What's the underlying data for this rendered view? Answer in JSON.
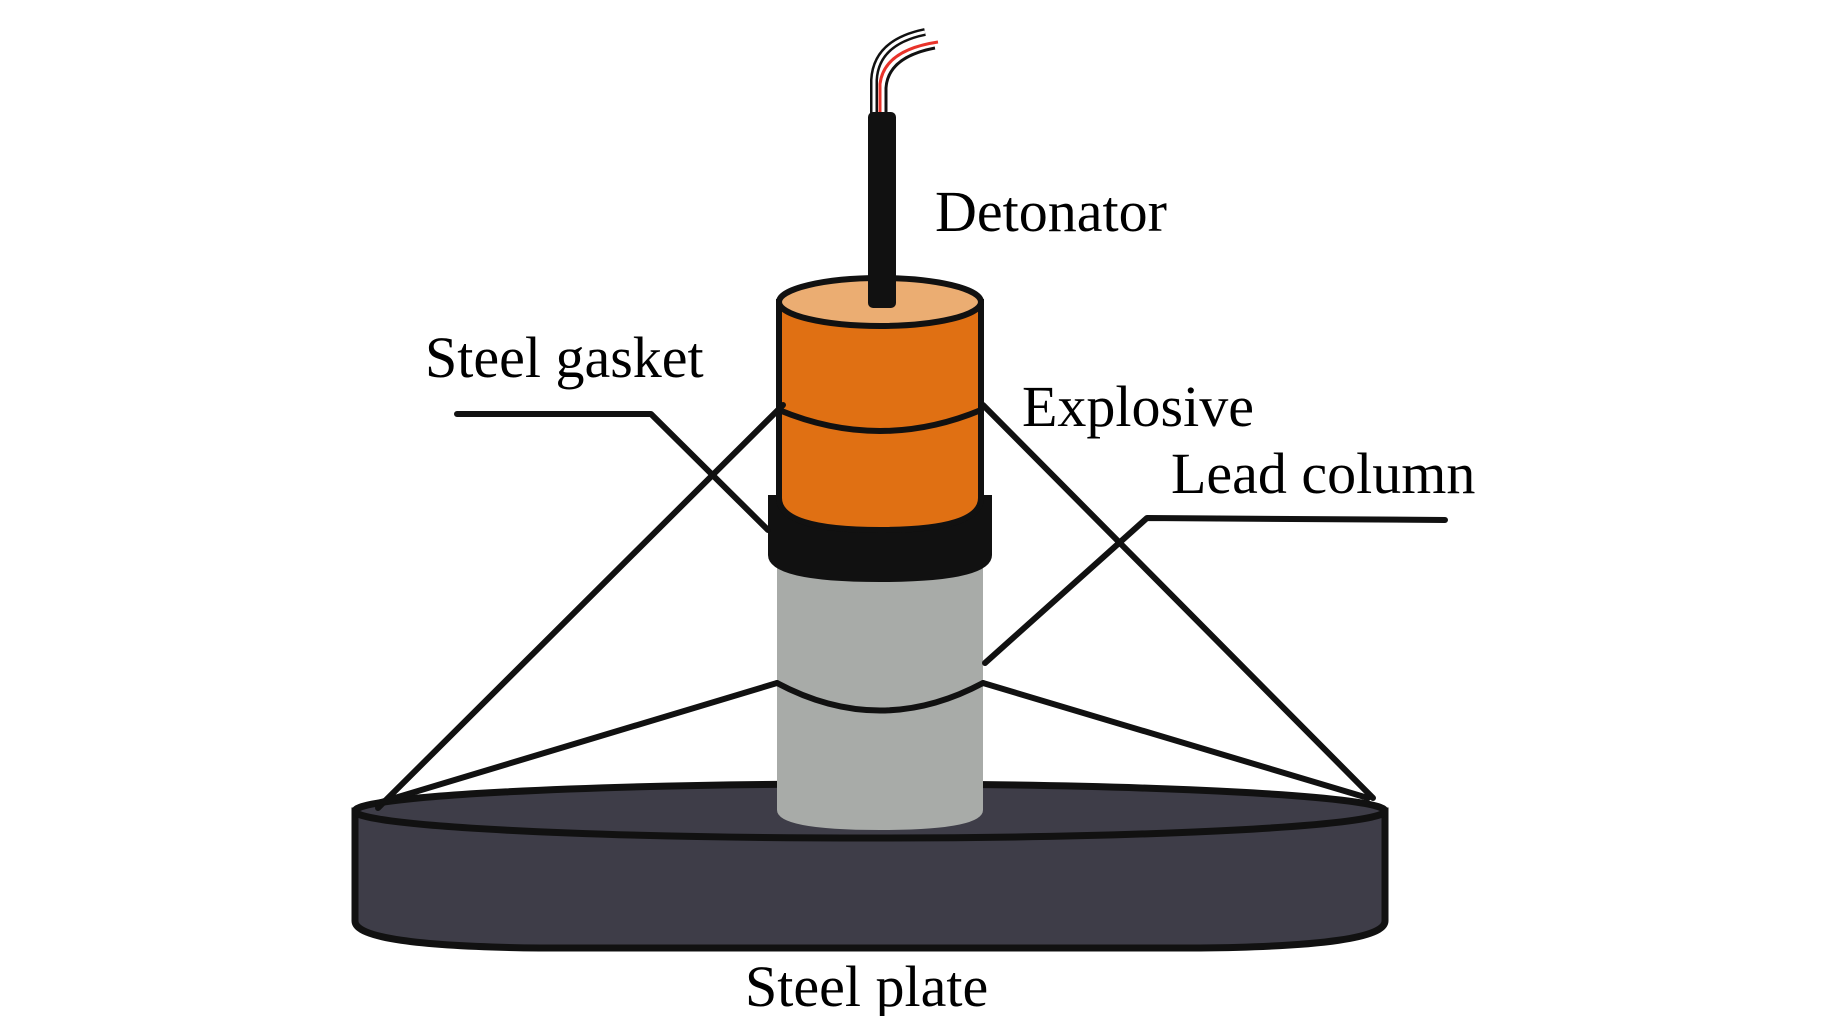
{
  "labels": {
    "detonator": "Detonator",
    "steel_gasket": "Steel gasket",
    "explosive": "Explosive",
    "lead_column": "Lead column",
    "steel_plate": "Steel plate"
  },
  "colors": {
    "explosive": "#E07013",
    "explosive_top": "#EBAD72",
    "lead_column": "#A8ABA8",
    "steel_plate": "#3E3D48",
    "steel_gasket": "#111111",
    "detonator": "#111111",
    "wire_red": "#E8332A",
    "wire_white": "#ffffff",
    "outline": "#111111"
  }
}
